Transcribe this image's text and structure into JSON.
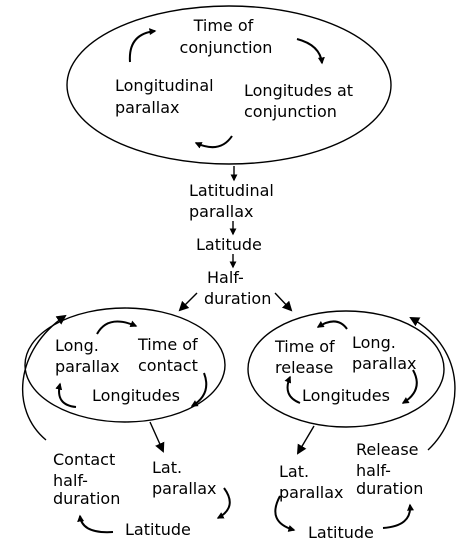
{
  "top_cycle": {
    "time_of_conjunction": [
      "Time of",
      "conjunction"
    ],
    "longitudinal_parallax": [
      "Longitudinal",
      "parallax"
    ],
    "longitudes_at_conjunction": [
      "Longitudes at",
      "conjunction"
    ]
  },
  "chain": {
    "latitudinal_parallax": [
      "Latitudinal",
      "parallax"
    ],
    "latitude": "Latitude",
    "half_duration": [
      "Half-",
      "duration"
    ]
  },
  "contact_cycle": {
    "long_parallax": [
      "Long.",
      "parallax"
    ],
    "time_of_contact": [
      "Time of",
      "contact"
    ],
    "longitudes": "Longitudes",
    "contact_half_duration": [
      "Contact",
      "half-",
      "duration"
    ],
    "lat_parallax": [
      "Lat.",
      "parallax"
    ],
    "latitude": "Latitude"
  },
  "release_cycle": {
    "time_of_release": [
      "Time of",
      "release"
    ],
    "long_parallax": [
      "Long.",
      "parallax"
    ],
    "longitudes": "Longitudes",
    "release_half_duration": [
      "Release",
      "half-",
      "duration"
    ],
    "lat_parallax": [
      "Lat.",
      "parallax"
    ],
    "latitude": "Latitude"
  }
}
